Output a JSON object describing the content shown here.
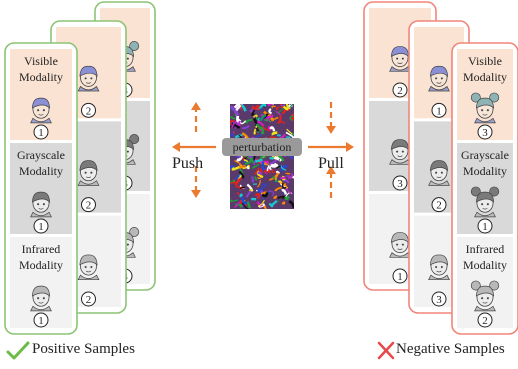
{
  "colors": {
    "positive_border": "#8cc474",
    "negative_border": "#f0857a",
    "visible_bg": "#fbe3d3",
    "grayscale_bg": "#d9d9d9",
    "infrared_bg": "#f2f2f2",
    "arrow": "#ec7a2e",
    "perturbation_badge": "#9a9a9a",
    "check": "#6dbb47",
    "cross": "#e54b4b"
  },
  "labels": {
    "visible_line1": "Visible",
    "visible_line2": "Modality",
    "grayscale_line1": "Grayscale",
    "grayscale_line2": "Modality",
    "infrared_line1": "Infrared",
    "infrared_line2": "Modality",
    "perturbation": "perturbation",
    "push": "Push",
    "pull": "Pull"
  },
  "captions": {
    "positive": "Positive Samples",
    "negative": "Negative Samples"
  },
  "icons": {
    "positive": "check-icon",
    "negative": "cross-icon"
  },
  "positive_cards": {
    "front": [
      "1",
      "1",
      "1"
    ],
    "middle": [
      "2",
      "2",
      "2"
    ],
    "back": [
      "3",
      "3",
      "3"
    ]
  },
  "negative_cards": {
    "back": [
      "2",
      "3",
      "1"
    ],
    "middle": [
      "1",
      "2",
      "3"
    ],
    "front": [
      "3",
      "1",
      "2"
    ]
  }
}
